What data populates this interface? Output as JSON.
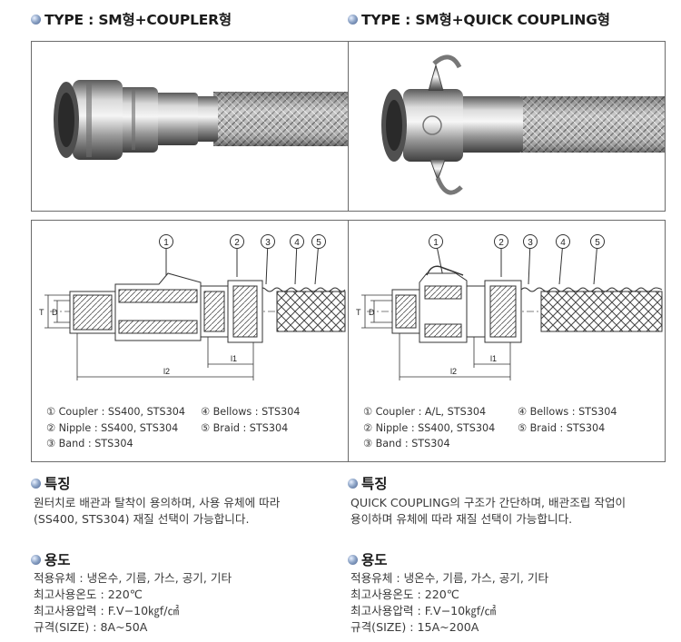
{
  "left": {
    "type_title": "TYPE : SM형+COUPLER형",
    "legend": {
      "coupler": "① Coupler : SS400, STS304",
      "bellows": "④ Bellows : STS304",
      "nipple": "② Nipple : SS400, STS304",
      "braid": "⑤ Braid : STS304",
      "band": "③ Band : STS304"
    },
    "diagram": {
      "callouts": [
        "1",
        "2",
        "3",
        "4",
        "5"
      ],
      "dim_t": "T",
      "dim_d": "D",
      "dim_l1": "l1",
      "dim_l2": "l2"
    },
    "feature": {
      "title": "특징",
      "lines": [
        "원터치로 배관과 탈착이 용의하며, 사용 유체에 따라",
        "(SS400, STS304) 재질 선택이 가능합니다."
      ]
    },
    "usage": {
      "title": "용도",
      "lines": [
        "적용유체 : 냉온수, 기름, 가스, 공기, 기타",
        "최고사용온도 : 220℃",
        "최고사용압력 : F.V−10㎏f/㎠",
        "규격(SIZE) : 8A~50A"
      ]
    }
  },
  "right": {
    "type_title": "TYPE : SM형+QUICK COUPLING형",
    "legend": {
      "coupler": "① Coupler : A/L, STS304",
      "bellows": "④ Bellows : STS304",
      "nipple": "② Nipple : SS400, STS304",
      "braid": "⑤ Braid : STS304",
      "band": "③ Band : STS304"
    },
    "diagram": {
      "callouts": [
        "1",
        "2",
        "3",
        "4",
        "5"
      ],
      "dim_t": "T",
      "dim_d": "D",
      "dim_l1": "l1",
      "dim_l2": "l2"
    },
    "feature": {
      "title": "특징",
      "lines": [
        "QUICK COUPLING의 구조가 간단하며, 배관조립 작업이",
        "용이하며 유체에 따라 재질 선택이 가능합니다."
      ]
    },
    "usage": {
      "title": "용도",
      "lines": [
        "적용유체 : 냉온수, 기름, 가스, 공기, 기타",
        "최고사용온도 : 220℃",
        "최고사용압력 : F.V−10㎏f/㎠",
        "규격(SIZE) : 15A~200A"
      ]
    }
  }
}
